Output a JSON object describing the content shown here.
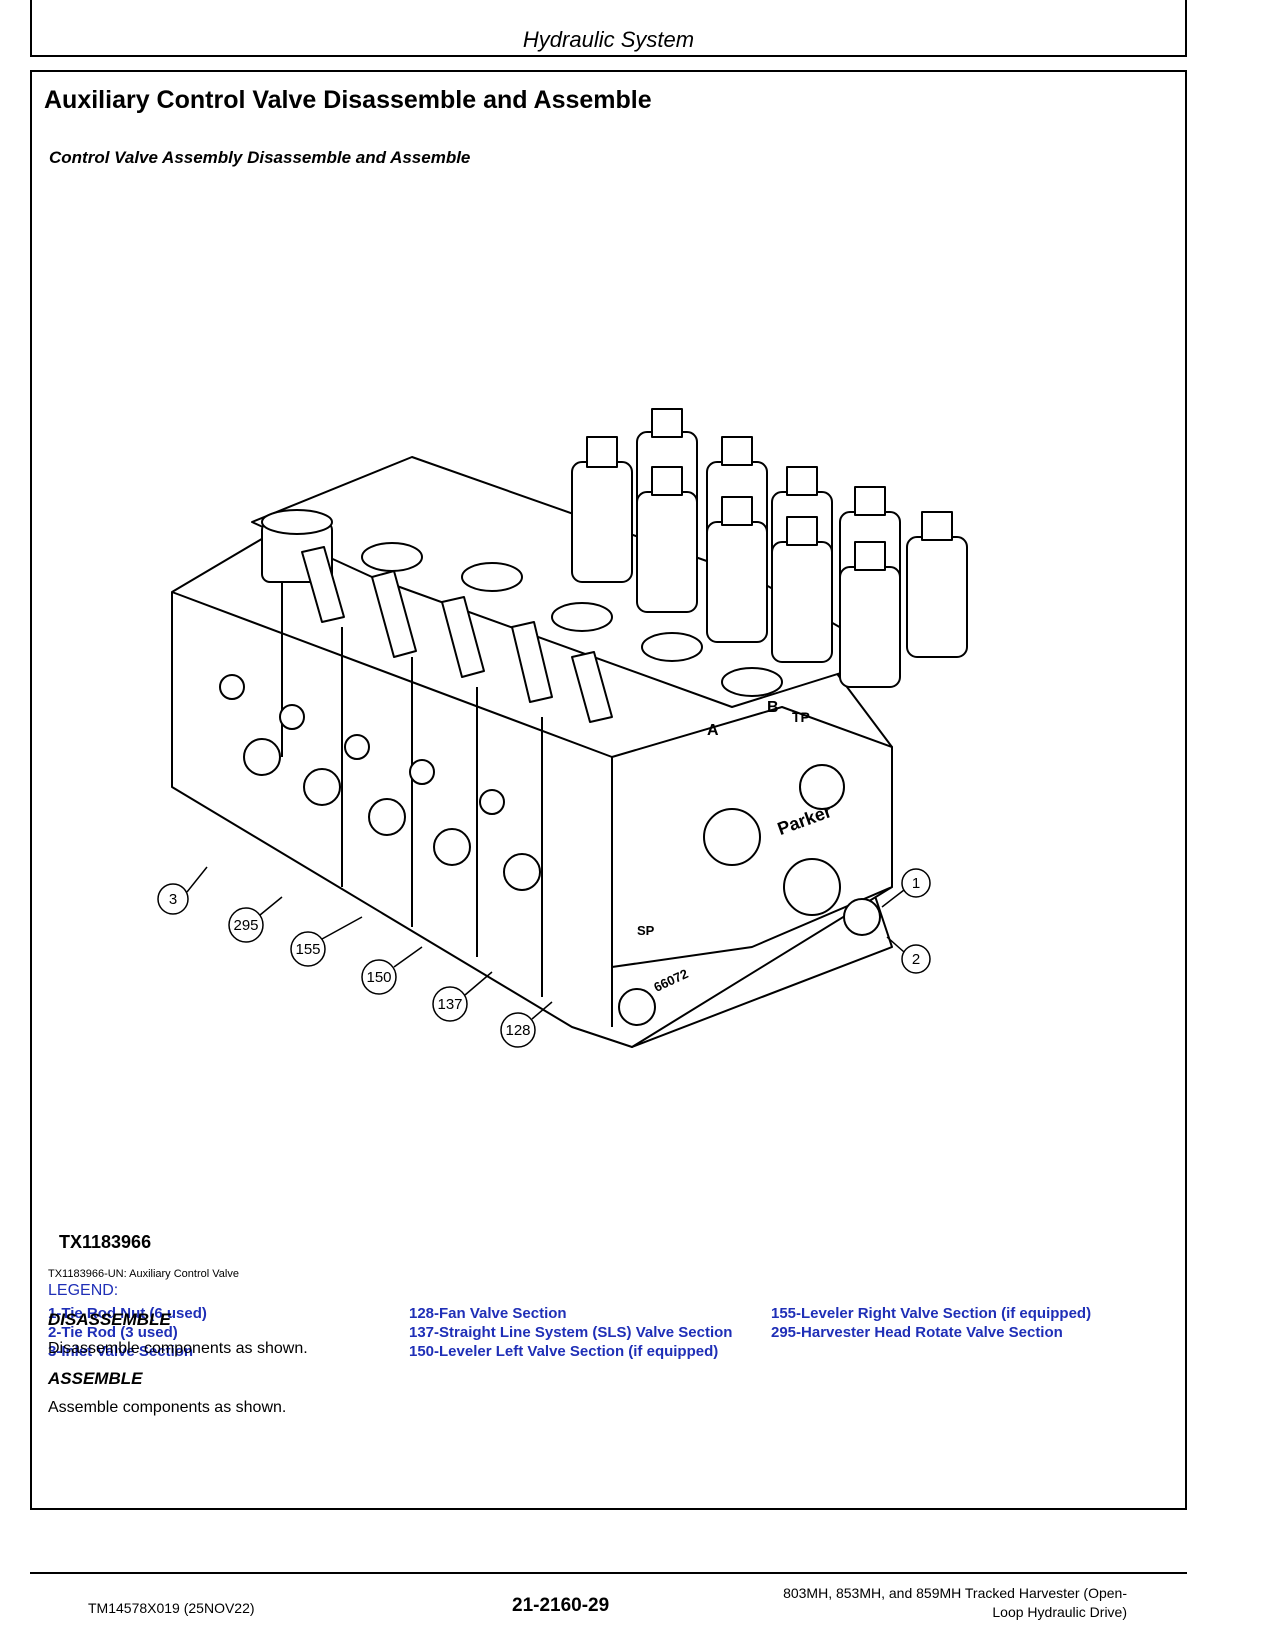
{
  "header": {
    "title": "Hydraulic System"
  },
  "section": {
    "title": "Auxiliary Control Valve Disassemble and Assemble",
    "subtitle": "Control Valve Assembly Disassemble and Assemble"
  },
  "figure": {
    "id": "TX1183966",
    "caption": "TX1183966-UN: Auxiliary Control Valve",
    "callouts": [
      "3",
      "295",
      "155",
      "150",
      "137",
      "128",
      "1",
      "2"
    ],
    "marking_parker": "Parker",
    "marking_a": "A",
    "marking_b": "B",
    "marking_tp": "TP",
    "marking_sp": "SP",
    "marking_part": "66072"
  },
  "legend": {
    "title": "LEGEND:",
    "col1": [
      "1-Tie Rod Nut (6 used)",
      "2-Tie Rod (3 used)",
      "3-Inlet Valve Section"
    ],
    "col2": [
      "128-Fan Valve Section",
      "137-Straight Line System (SLS) Valve Section",
      "150-Leveler Left Valve Section (if equipped)"
    ],
    "col3": [
      "155-Leveler Right Valve Section (if equipped)",
      "295-Harvester Head Rotate Valve Section"
    ]
  },
  "instructions": {
    "disassemble_heading": "DISASSEMBLE",
    "disassemble_text": "Disassemble components as shown.",
    "assemble_heading": "ASSEMBLE",
    "assemble_text": "Assemble components as shown."
  },
  "footer": {
    "left": "TM14578X019 (25NOV22)",
    "center": "21-2160-29",
    "right_line1": "803MH, 853MH, and 859MH Tracked Harvester (Open-",
    "right_line2": "Loop Hydraulic Drive)"
  },
  "colors": {
    "legend": "#1f2fb7"
  }
}
